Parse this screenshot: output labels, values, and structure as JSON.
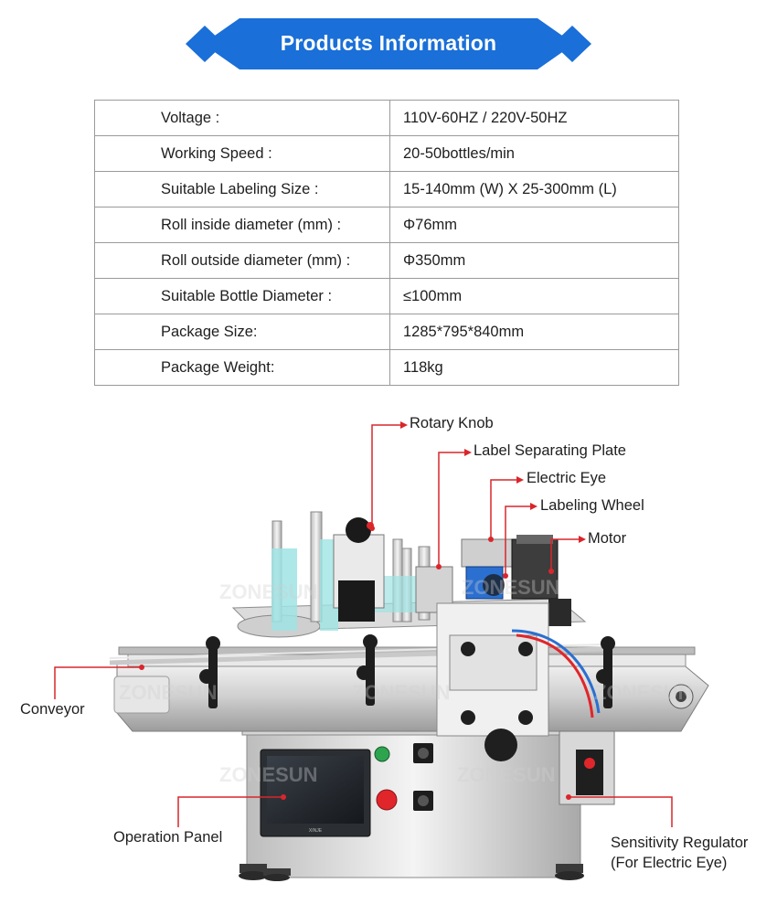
{
  "banner": {
    "title": "Products Information",
    "accent_color": "#1a6fd8"
  },
  "specs": [
    {
      "label": "Voltage :",
      "value": "110V-60HZ / 220V-50HZ"
    },
    {
      "label": "Working Speed :",
      "value": "20-50bottles/min"
    },
    {
      "label": "Suitable Labeling Size :",
      "value": "15-140mm (W) X 25-300mm (L)"
    },
    {
      "label": "Roll inside diameter (mm) :",
      "value": "Φ76mm"
    },
    {
      "label": "Roll outside diameter (mm) :",
      "value": "Φ350mm"
    },
    {
      "label": "Suitable Bottle Diameter :",
      "value": "≤100mm"
    },
    {
      "label": "Package Size:",
      "value": "1285*795*840mm"
    },
    {
      "label": "Package Weight:",
      "value": "118kg"
    }
  ],
  "callouts": {
    "rotary_knob": "Rotary Knob",
    "label_separating_plate": "Label Separating Plate",
    "electric_eye": "Electric Eye",
    "labeling_wheel": "Labeling Wheel",
    "motor": "Motor",
    "conveyor": "Conveyor",
    "operation_panel": "Operation Panel",
    "sensitivity_regulator_line1": "Sensitivity Regulator",
    "sensitivity_regulator_line2": "(For Electric Eye)",
    "line_color": "#d9262b"
  },
  "watermark": "ZONESUN"
}
